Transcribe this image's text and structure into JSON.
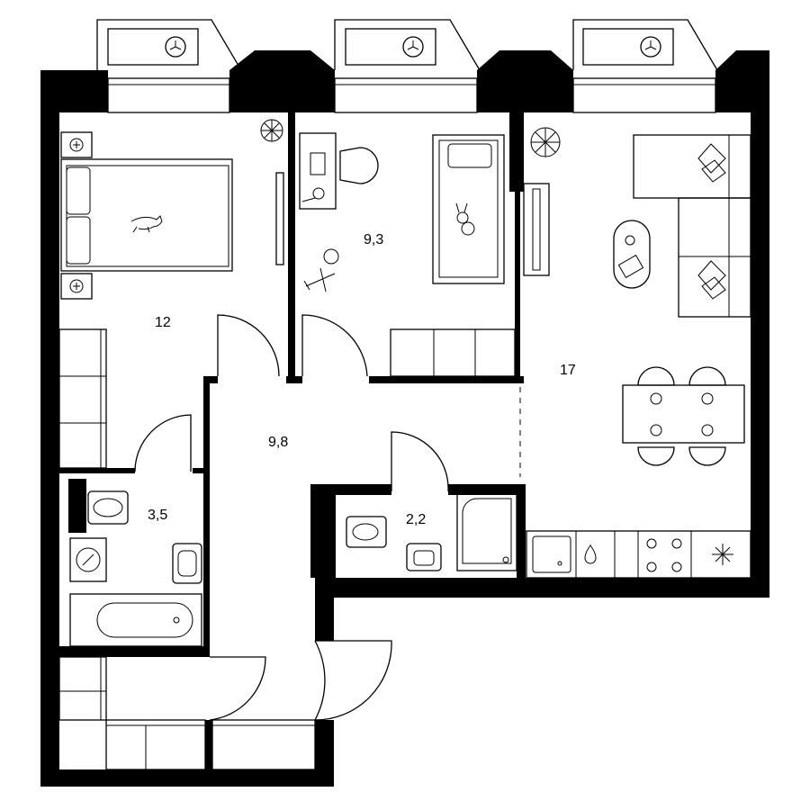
{
  "plan": {
    "rooms": [
      {
        "id": "bedroom",
        "area": "12"
      },
      {
        "id": "kids-room",
        "area": "9,3"
      },
      {
        "id": "living-kitchen",
        "area": "17"
      },
      {
        "id": "hallway",
        "area": "9,8"
      },
      {
        "id": "bathroom",
        "area": "3,5"
      },
      {
        "id": "toilet",
        "area": "2,2"
      }
    ]
  }
}
